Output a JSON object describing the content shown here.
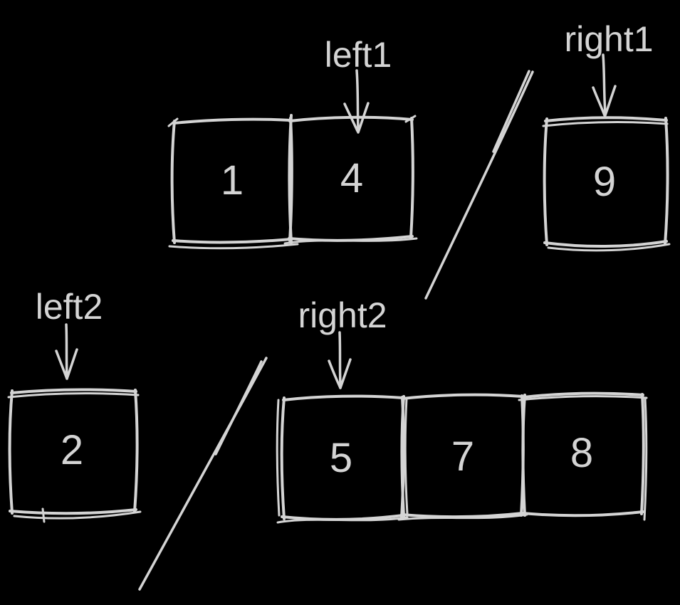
{
  "canvas": {
    "background_color": "#000000",
    "stroke_color": "#d4d4d4"
  },
  "pointers": {
    "left1": {
      "label": "left1",
      "points_to_cell": "4"
    },
    "right1": {
      "label": "right1",
      "points_to_cell": "9"
    },
    "left2": {
      "label": "left2",
      "points_to_cell": "2"
    },
    "right2": {
      "label": "right2",
      "points_to_cell": "5"
    }
  },
  "arrays": {
    "top_left": {
      "cells": [
        "1",
        "4"
      ]
    },
    "top_right": {
      "cells": [
        "9"
      ]
    },
    "bottom_left": {
      "cells": [
        "2"
      ]
    },
    "bottom_right": {
      "cells": [
        "5",
        "7",
        "8"
      ]
    }
  }
}
